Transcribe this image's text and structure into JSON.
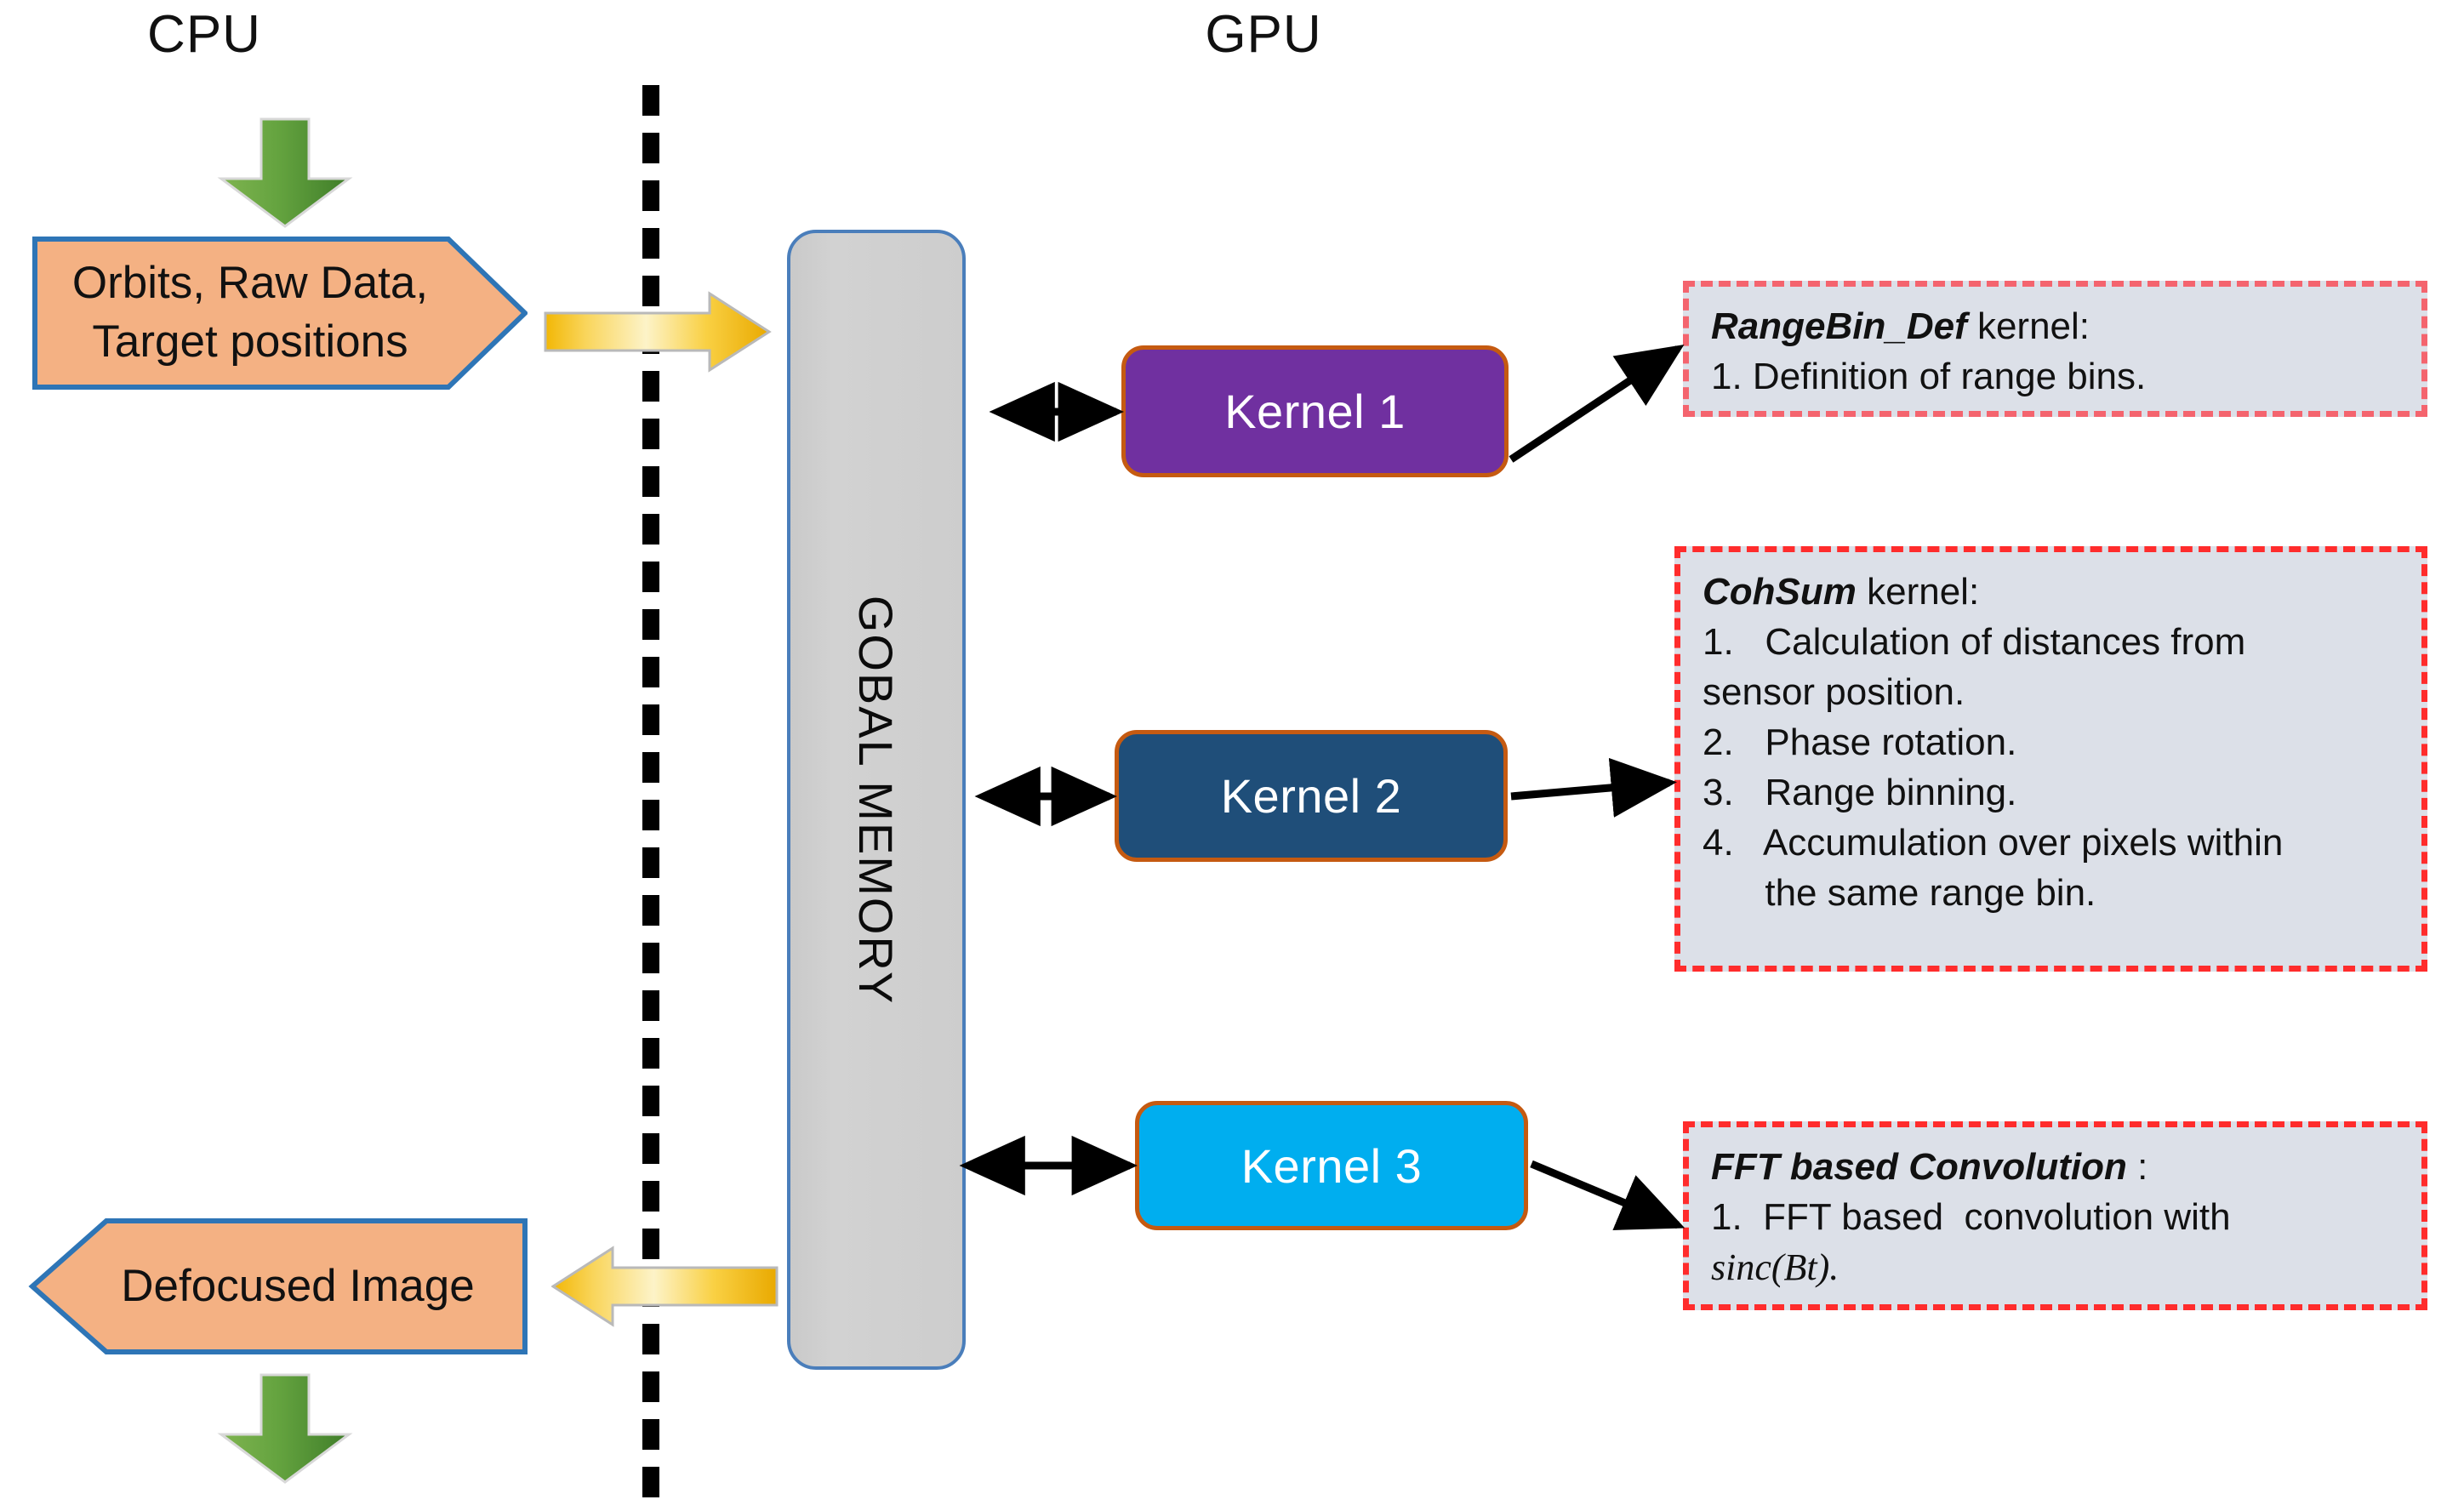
{
  "headers": {
    "cpu": "CPU",
    "gpu": "GPU"
  },
  "cpu_side": {
    "input_block": {
      "line1": "Orbits, Raw Data,",
      "line2": "Target positions"
    },
    "output_block": {
      "line1": "Defocused Image"
    }
  },
  "memory": {
    "label": "GOBAL MEMORY"
  },
  "kernels": [
    {
      "label": "Kernel 1",
      "fill": "#7030A0",
      "border": "#C55A11"
    },
    {
      "label": "Kernel 2",
      "fill": "#1F4E79",
      "border": "#C55A11"
    },
    {
      "label": "Kernel 3",
      "fill": "#00AEEF",
      "border": "#C55A11"
    }
  ],
  "info_boxes": [
    {
      "title": "RangeBin_Def",
      "title_rest": " kernel:",
      "lines": [
        "1. Definition of range bins."
      ]
    },
    {
      "title": "CohSum",
      "title_rest": " kernel:",
      "lines": [
        "1.   Calculation of distances from",
        "sensor position.",
        "2.   Phase rotation.",
        "3.   Range binning.",
        "4.   Accumulation over pixels within",
        "      the same range bin."
      ]
    },
    {
      "title": "FFT based Convolution",
      "title_rest": " :",
      "lines": [
        "1.  FFT based  convolution with",
        "sinc(Bt)."
      ]
    }
  ],
  "colors": {
    "pentagon_fill": "#F4B183",
    "pentagon_border": "#2E75B6",
    "arrow_green": "#5B9E3F",
    "arrow_yellow": "#F5C518",
    "memory_fill": "#CFCFCF",
    "memory_border": "#4A7EBB",
    "info_box_fill": "#DCE0E8",
    "info_box_border": "#FF2C2C",
    "divider": "#000000"
  }
}
